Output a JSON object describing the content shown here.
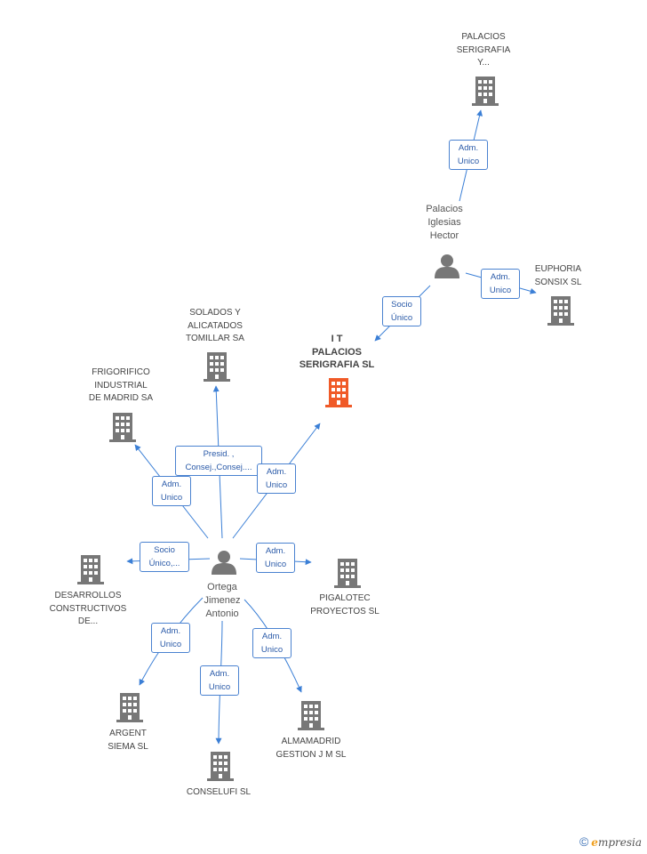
{
  "colors": {
    "edge": "#3b7fd6",
    "building": "#777777",
    "main_building": "#f05a28",
    "person": "#777777",
    "label_border": "#4a82d0"
  },
  "nodes": {
    "palacios_y": {
      "label": "PALACIOS\nSERIGRAFIA\nY..."
    },
    "hector": {
      "label": "Palacios\nIglesias\nHector"
    },
    "euphoria": {
      "label": "EUPHORIA\nSONSIX SL"
    },
    "it_palacios": {
      "label": "I T\nPALACIOS\nSERIGRAFIA SL"
    },
    "solados": {
      "label": "SOLADOS Y\nALICATADOS\nTOMILLAR SA"
    },
    "frigorifico": {
      "label": "FRIGORIFICO\nINDUSTRIAL\nDE MADRID SA"
    },
    "ortega": {
      "label": "Ortega\nJimenez\nAntonio"
    },
    "desarrollos": {
      "label": "DESARROLLOS\nCONSTRUCTIVOS\nDE..."
    },
    "pigalotec": {
      "label": "PIGALOTEC\nPROYECTOS SL"
    },
    "argent": {
      "label": "ARGENT\nSIEMA SL"
    },
    "conselufi": {
      "label": "CONSELUFI SL"
    },
    "almamadrid": {
      "label": "ALMAMADRID\nGESTION J M SL"
    }
  },
  "edges": {
    "hector_palacios": "Adm.\nUnico",
    "hector_euphoria": "Adm.\nUnico",
    "hector_it": "Socio\nÚnico",
    "ortega_solados": "Presid. ,\nConsej.,Consej....",
    "ortega_frigorifico": "Adm.\nUnico",
    "ortega_it": "Adm.\nUnico",
    "ortega_desarrollos": "Socio\nÚnico,...",
    "ortega_pigalotec": "Adm.\nUnico",
    "ortega_argent": "Adm.\nUnico",
    "ortega_conselufi": "Adm.\nUnico",
    "ortega_almamadrid": "Adm.\nUnico"
  },
  "footer": {
    "copyright": "©",
    "brand_e": "e",
    "brand_rest": "mpresia"
  }
}
